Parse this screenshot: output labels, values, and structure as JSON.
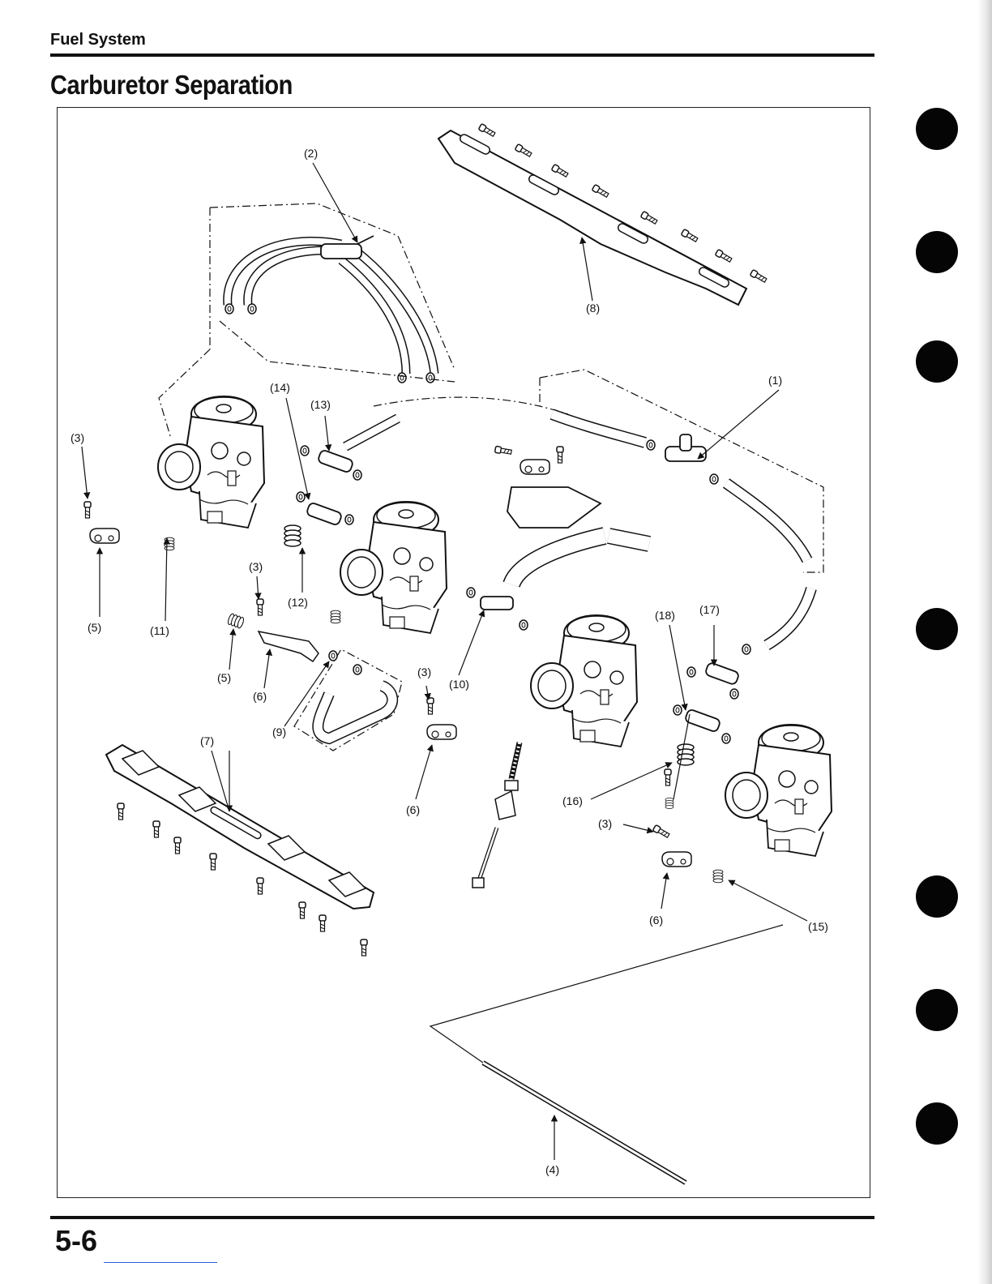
{
  "header": {
    "section": "Fuel System",
    "title": "Carburetor Separation"
  },
  "footer": {
    "page_number": "5-6"
  },
  "callouts": {
    "c1": "(1)",
    "c2": "(2)",
    "c3a": "(3)",
    "c3b": "(3)",
    "c3c": "(3)",
    "c3d": "(3)",
    "c4": "(4)",
    "c5a": "(5)",
    "c5b": "(5)",
    "c6a": "(6)",
    "c6b": "(6)",
    "c6c": "(6)",
    "c7": "(7)",
    "c8": "(8)",
    "c9": "(9)",
    "c10": "(10)",
    "c11": "(11)",
    "c12": "(12)",
    "c13": "(13)",
    "c14": "(14)",
    "c15": "(15)",
    "c16": "(16)",
    "c17": "(17)",
    "c18": "(18)"
  },
  "colors": {
    "ink": "#111111",
    "paper": "#ffffff",
    "binder_hole": "#050505"
  }
}
